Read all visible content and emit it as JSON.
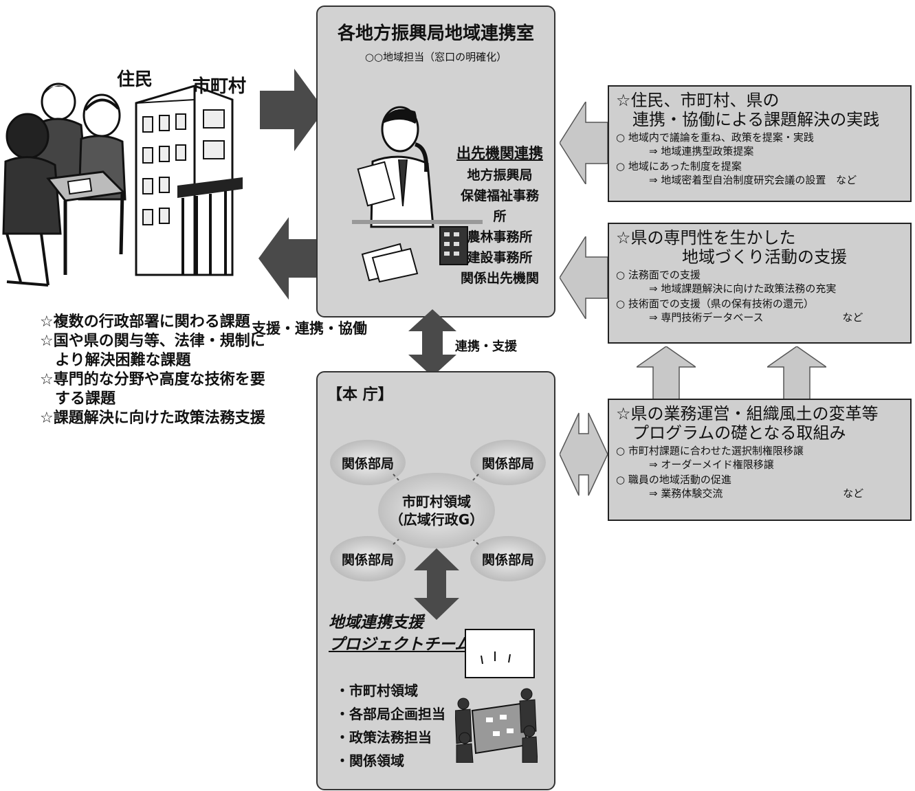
{
  "left": {
    "resident_label": "住民",
    "municipality_label": "市町村",
    "issues": [
      "☆複数の行政部署に関わる課題",
      "☆国や県の関与等、法律・規制に",
      "　より解決困難な課題",
      "☆専門的な分野や高度な技術を要",
      "　する課題",
      "☆課題解決に向けた政策法務支援"
    ]
  },
  "arrows": {
    "support_label": "支援・連携・協働",
    "liaison_label": "連携・支援"
  },
  "office": {
    "title": "各地方振興局地域連携室",
    "subtitle": "○○地域担当（窓口の明確化）",
    "branch_title": "出先機関連携",
    "branches": [
      "地方振興局",
      "保健福祉事務所",
      "農林事務所",
      "建設事務所",
      "関係出先機関"
    ]
  },
  "hq": {
    "title": "【本 庁】",
    "dept_label": "関係部局",
    "center": [
      "市町村領域",
      "（広域行政G）"
    ],
    "pt_title": [
      "地域連携支援",
      "プロジェクトチーム"
    ],
    "pt_items": [
      "・市町村領域",
      "・各部局企画担当",
      "・政策法務担当",
      "・関係領域"
    ]
  },
  "boxes": [
    {
      "head": [
        "☆住民、市町村、県の",
        "　連携・協働による課題解決の実践"
      ],
      "items": [
        {
          "text": "○ 地域内で議論を重ね、政策を提案・実践",
          "sub": "⇒ 地域連携型政策提案",
          "tail": ""
        },
        {
          "text": "○ 地域にあった制度を提案",
          "sub": "⇒ 地域密着型自治制度研究会議の設置",
          "tail": "など"
        }
      ]
    },
    {
      "head": [
        "☆県の専門性を生かした",
        "　　　　地域づくり活動の支援"
      ],
      "items": [
        {
          "text": "○ 法務面での支援",
          "sub": "⇒ 地域課題解決に向けた政策法務の充実",
          "tail": ""
        },
        {
          "text": "○ 技術面での支援（県の保有技術の還元）",
          "sub": "⇒ 専門技術データベース",
          "tail": "など"
        }
      ]
    },
    {
      "head": [
        "☆県の業務運営・組織風土の変革等",
        "　プログラムの礎となる取組み"
      ],
      "items": [
        {
          "text": "○ 市町村課題に合わせた選択制権限移譲",
          "sub": "⇒ オーダーメイド権限移譲",
          "tail": ""
        },
        {
          "text": "○ 職員の地域活動の促進",
          "sub": "⇒ 業務体験交流",
          "tail": "など"
        }
      ]
    }
  ]
}
